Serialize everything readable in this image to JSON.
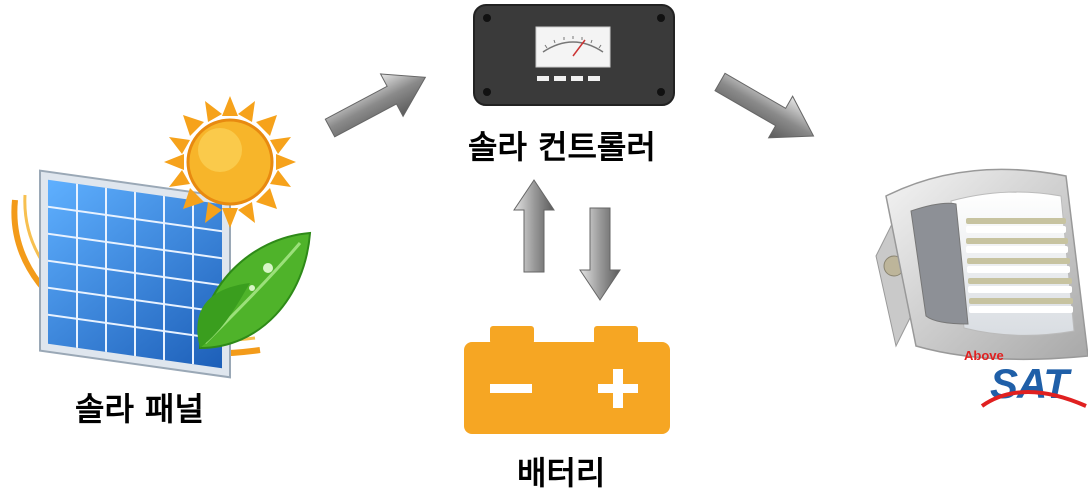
{
  "labels": {
    "solar_panel": "솔라 패널",
    "controller": "솔라 컨트롤러",
    "battery": "배터리"
  },
  "logo": {
    "above": "Above",
    "sat": "SAT"
  },
  "icons": {
    "panel": "solar-panel-icon",
    "sun": "sun-icon",
    "leaf": "leaf-icon",
    "controller": "controller-icon",
    "battery": "battery-icon",
    "lamp": "led-floodlight-icon"
  },
  "colors": {
    "battery": "#F6A623",
    "controller": "#3A3A3A",
    "panel_blue": "#2F7ED8",
    "sun": "#F6B21B",
    "leaf": "#4FB32A",
    "arrow": "#9E9E9E",
    "logo_blue": "#1F5FA8",
    "logo_red": "#E02020"
  }
}
